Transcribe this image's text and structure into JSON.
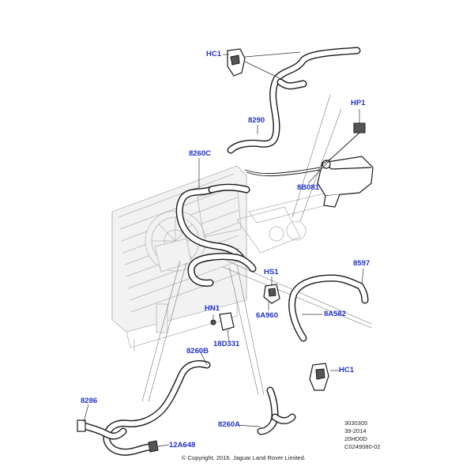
{
  "callouts": {
    "hc1_top": "HC1",
    "hp1": "HP1",
    "p8290": "8290",
    "p8260c": "8260C",
    "p8b081": "8B081",
    "p8597": "8597",
    "hs1": "HS1",
    "p6a960": "6A960",
    "p8a582": "8A582",
    "hn1": "HN1",
    "p18d331": "18D331",
    "p8260b": "8260B",
    "hc1_bottom": "HC1",
    "p8286": "8286",
    "p8260a": "8260A",
    "p12a648": "12A648"
  },
  "reference": {
    "line1": "3030305",
    "line2": "39-2014",
    "line3": "20HD0D",
    "line4": "C0249080-02"
  },
  "copyright": "© Copyright, 2016. Jaguar Land Rover Limited.",
  "colors": {
    "callout": "#2233cc",
    "outline": "#1a1a1a",
    "ghost": "#b4b4b4"
  }
}
